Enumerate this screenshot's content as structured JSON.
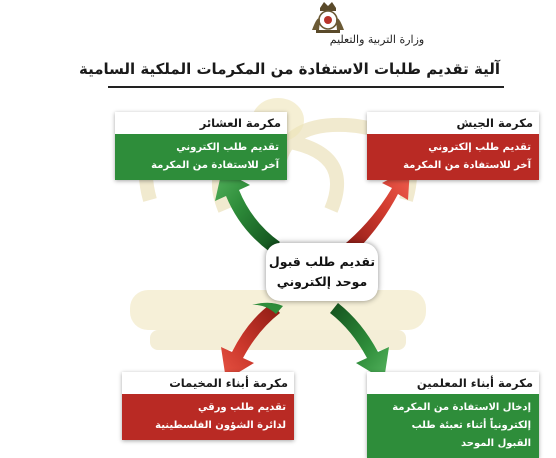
{
  "header": {
    "ministry_name": "وزارة التربية والتعليم",
    "title": "آلية تقديم طلبات الاستفادة من المكرمات الملكية السامية"
  },
  "center": {
    "line1": "تقديم طلب قبول",
    "line2": "موحد إلكتروني"
  },
  "cards": {
    "army": {
      "title": "مكرمة الجيش",
      "line1": "تقديم طلب إلكتروني",
      "line2": "آخر للاستفادة من المكرمة",
      "color": "#b92a24"
    },
    "tribes": {
      "title": "مكرمة العشائر",
      "line1": "تقديم طلب إلكتروني",
      "line2": "آخر للاستفادة من المكرمة",
      "color": "#2e8d3a"
    },
    "camps": {
      "title": "مكرمة أبناء المخيمات",
      "line1": "تقديم طلب ورقي",
      "line2": "لدائرة الشؤون الفلسطينية",
      "color": "#b92a24"
    },
    "teachers": {
      "title": "مكرمة أبناء المعلمين",
      "line1": "إدخال الاستفادة من المكرمة",
      "line2": "إلكترونياً أثناء تعبئة طلب",
      "line3": "القبول الموحد",
      "color": "#2e8d3a"
    }
  },
  "icons": {
    "logo": "royal-crest-icon",
    "arrow_red": "arrow-up-right-icon",
    "arrow_green": "arrow-up-left-icon"
  }
}
